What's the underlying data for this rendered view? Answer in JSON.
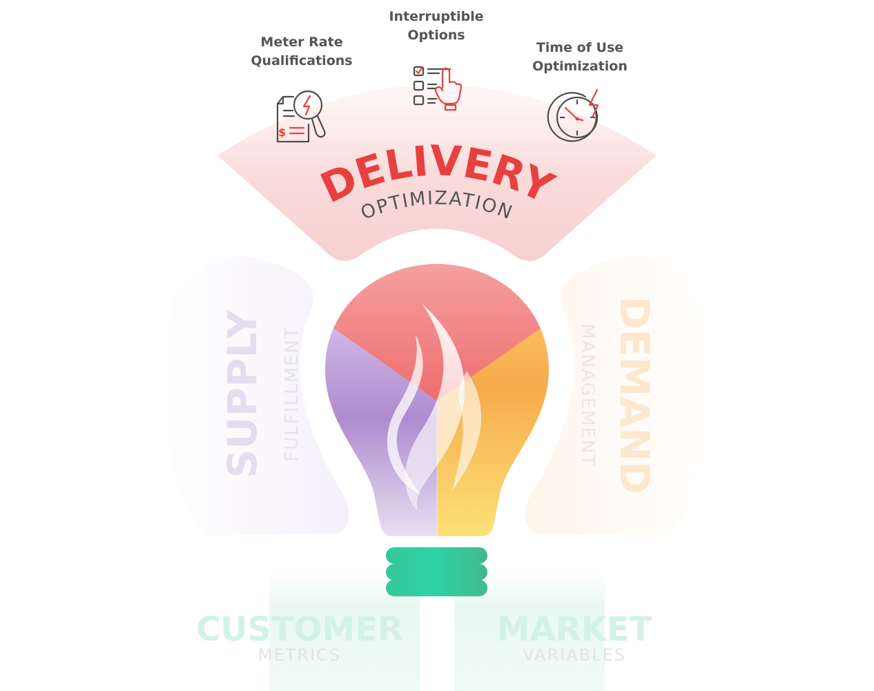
{
  "colors": {
    "delivery": "#e8403f",
    "delivery_band": "#f7d5d4",
    "supply": "#a98bd0",
    "demand": "#f5ad45",
    "green": "#2fcf9f",
    "text_gray": "#555555",
    "icon_gray": "#4d4d4d"
  },
  "delivery": {
    "title": "DELIVERY",
    "subtitle": "OPTIMIZATION",
    "features": [
      {
        "label": "Meter Rate\nQualifications",
        "icon": "meter-rate-document-icon"
      },
      {
        "label": "Interruptible\nOptions",
        "icon": "checklist-hand-icon"
      },
      {
        "label": "Time of Use\nOptimization",
        "icon": "clock-lightning-icon"
      }
    ]
  },
  "supply": {
    "title": "SUPPLY",
    "subtitle": "FULFILLMENT"
  },
  "demand": {
    "title": "DEMAND",
    "subtitle": "MANAGEMENT"
  },
  "customer": {
    "title": "CUSTOMER",
    "subtitle": "METRICS"
  },
  "market": {
    "title": "MARKET",
    "subtitle": "VARIABLES"
  },
  "center": {
    "icon": "lightbulb-flame-icon"
  }
}
